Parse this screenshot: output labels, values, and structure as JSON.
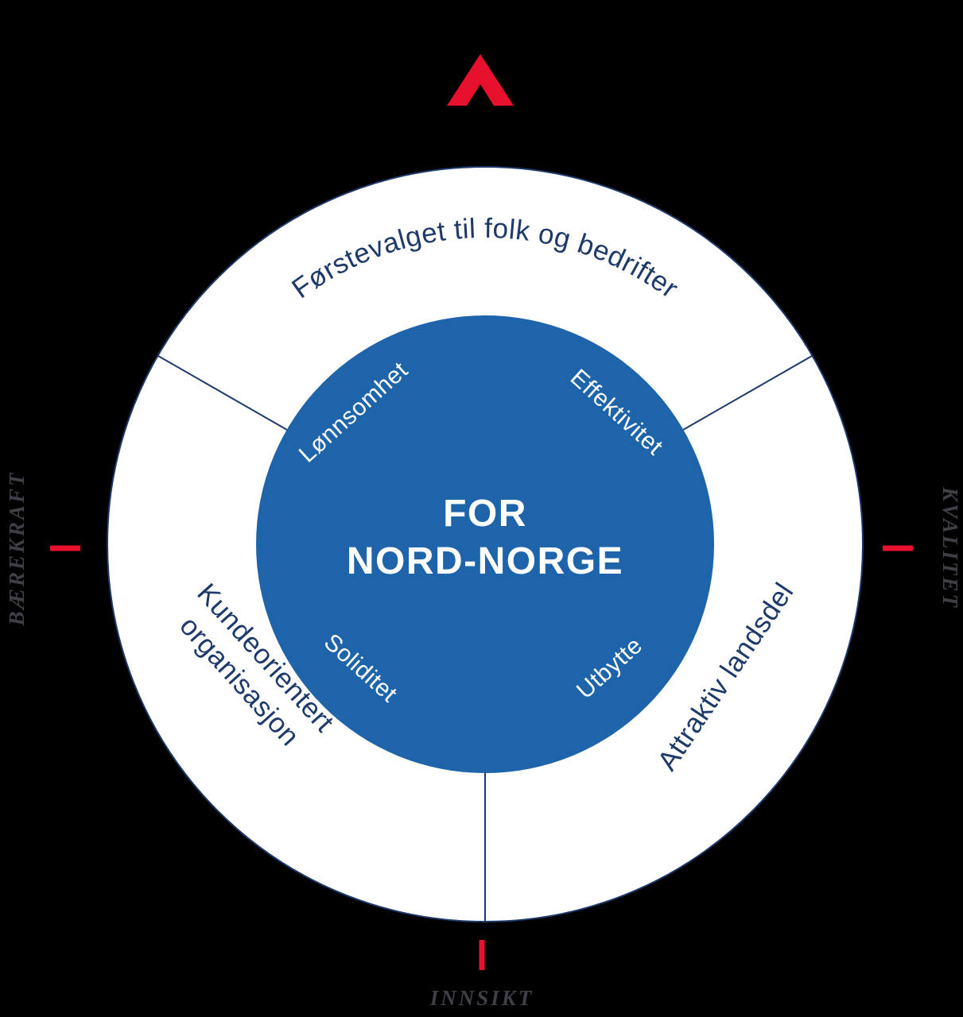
{
  "colors": {
    "background": "#000000",
    "ring_fill": "#ffffff",
    "core_fill": "#1e64ab",
    "navy": "#1d3a6b",
    "white_text": "#ffffff",
    "outer_label": "#3f3f47",
    "accent_red": "#e8112d"
  },
  "center": {
    "line1": "FOR",
    "line2": "NORD-NORGE"
  },
  "core_values": {
    "top_left": "Lønnsomhet",
    "top_right": "Effektivitet",
    "bottom_left": "Soliditet",
    "bottom_right": "Utbytte"
  },
  "ring_segments": {
    "top": "Førstevalget til folk og bedrifter",
    "right": "Attraktiv landsdel",
    "left_line1": "Kundeorientert",
    "left_line2": "organisasjon"
  },
  "compass_labels": {
    "left": "BÆREKRAFT",
    "right": "KVALITET",
    "bottom": "INNSIKT"
  }
}
